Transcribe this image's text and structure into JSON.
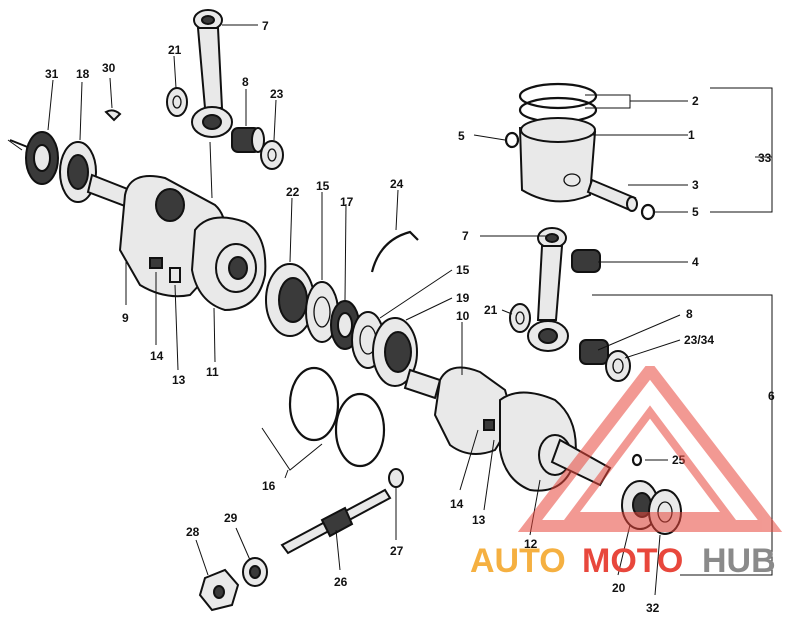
{
  "callouts": {
    "c1": "1",
    "c2": "2",
    "c3": "3",
    "c4": "4",
    "c5a": "5",
    "c5b": "5",
    "c6": "6",
    "c7a": "7",
    "c7b": "7",
    "c8a": "8",
    "c8b": "8",
    "c9": "9",
    "c10": "10",
    "c11": "11",
    "c12": "12",
    "c13a": "13",
    "c13b": "13",
    "c14a": "14",
    "c14b": "14",
    "c15a": "15",
    "c15b": "15",
    "c16": "16",
    "c17": "17",
    "c18": "18",
    "c19": "19",
    "c20": "20",
    "c21a": "21",
    "c21b": "21",
    "c22": "22",
    "c23a": "23",
    "c2334": "23/34",
    "c24": "24",
    "c25": "25",
    "c26": "26",
    "c27": "27",
    "c28": "28",
    "c29": "29",
    "c30": "30",
    "c31": "31",
    "c32": "32",
    "c33": "33"
  },
  "watermark": {
    "part1": "AUTO",
    "part2": "MOTO",
    "part3": "HUB",
    "colors": {
      "red": "#e8473c",
      "orange": "#f5b041",
      "gray": "#8a8a8a"
    }
  }
}
